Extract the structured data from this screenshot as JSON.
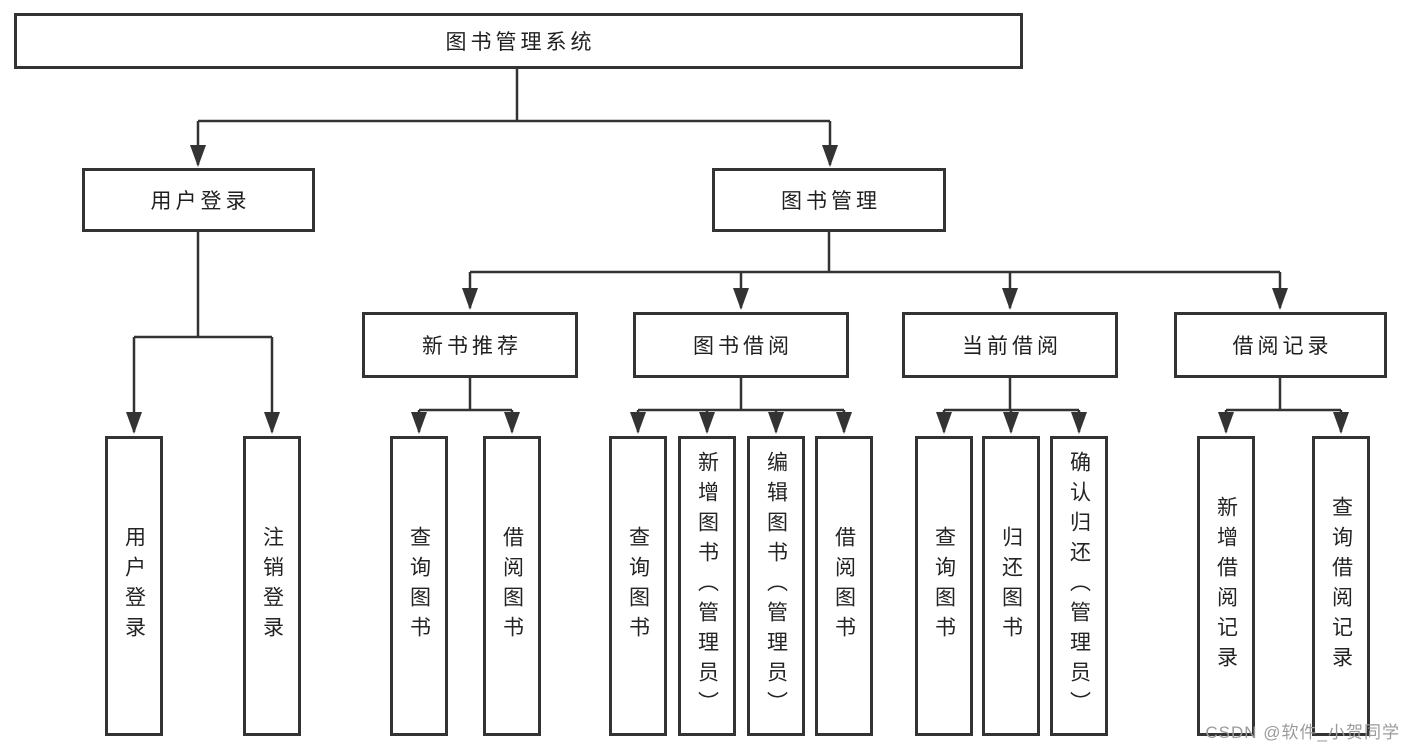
{
  "diagram": {
    "root": {
      "label": "图书管理系统"
    },
    "level2": [
      {
        "label": "用户登录"
      },
      {
        "label": "图书管理"
      }
    ],
    "level3": [
      {
        "label": "新书推荐"
      },
      {
        "label": "图书借阅"
      },
      {
        "label": "当前借阅"
      },
      {
        "label": "借阅记录"
      }
    ],
    "leaves": [
      {
        "label": "用户登录"
      },
      {
        "label": "注销登录"
      },
      {
        "label": "查询图书"
      },
      {
        "label": "借阅图书"
      },
      {
        "label": "查询图书"
      },
      {
        "label": "新增图书（管理员）"
      },
      {
        "label": "编辑图书（管理员）"
      },
      {
        "label": "借阅图书"
      },
      {
        "label": "查询图书"
      },
      {
        "label": "归还图书"
      },
      {
        "label": "确认归还（管理员）"
      },
      {
        "label": "新增借阅记录"
      },
      {
        "label": "查询借阅记录"
      }
    ]
  },
  "watermark": {
    "text": "CSDN @软件_小贺同学"
  },
  "colors": {
    "line": "#333333",
    "box_border": "#333333",
    "box_fill": "#ffffff",
    "text": "#1f1f1f",
    "watermark": "#9b9b9b",
    "background": "#ffffff"
  }
}
